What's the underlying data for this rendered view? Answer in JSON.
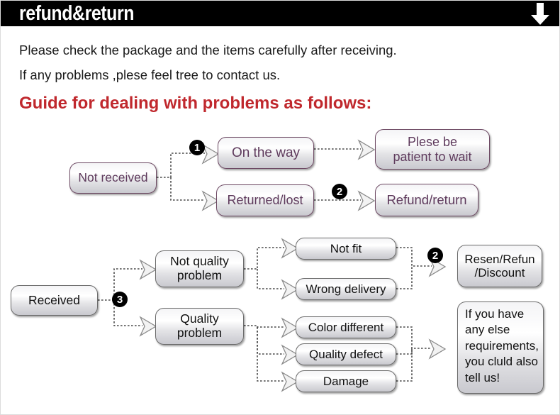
{
  "header": {
    "title": "refund&return",
    "arrow_icon": "down-arrow-icon"
  },
  "intro": {
    "line1": "Please check the package and the items carefully after receiving.",
    "line2": "If any problems ,plese feel tree to contact us.",
    "guide_heading": "Guide for dealing with problems as follows:"
  },
  "colors": {
    "header_bg": "#000000",
    "header_text": "#ffffff",
    "guide_heading": "#c0282d",
    "purple_node_text": "#5e3a5c",
    "purple_node_border": "#6d4963",
    "gray_node_text": "#111111",
    "gray_node_border": "#6b6b6b",
    "badge_bg": "#000000",
    "connector": "#4a4a4a"
  },
  "flow_not_received": {
    "badges": [
      {
        "label": "1"
      },
      {
        "label": "2"
      }
    ],
    "nodes": [
      {
        "id": "not-received",
        "label": "Not received"
      },
      {
        "id": "on-the-way",
        "label": "On the way"
      },
      {
        "id": "returned-lost",
        "label": "Returned/lost"
      },
      {
        "id": "plese-be-patient",
        "label": "Plese be\npatient to wait"
      },
      {
        "id": "refund-return",
        "label": "Refund/return"
      }
    ]
  },
  "flow_received": {
    "badges": [
      {
        "label": "3"
      },
      {
        "label": "2"
      }
    ],
    "nodes": [
      {
        "id": "received",
        "label": "Received"
      },
      {
        "id": "not-quality-problem",
        "label": "Not quality\nproblem"
      },
      {
        "id": "quality-problem",
        "label": "Quality\nproblem"
      },
      {
        "id": "not-fit",
        "label": "Not fit"
      },
      {
        "id": "wrong-delivery",
        "label": "Wrong delivery"
      },
      {
        "id": "color-different",
        "label": "Color different"
      },
      {
        "id": "quality-defect",
        "label": "Quality defect"
      },
      {
        "id": "damage",
        "label": "Damage"
      },
      {
        "id": "resend-refund",
        "label": "Resen/Refun\n/Discount"
      },
      {
        "id": "contact-note",
        "label": "If you have any else requirements, you cluld also tell us!"
      }
    ]
  }
}
